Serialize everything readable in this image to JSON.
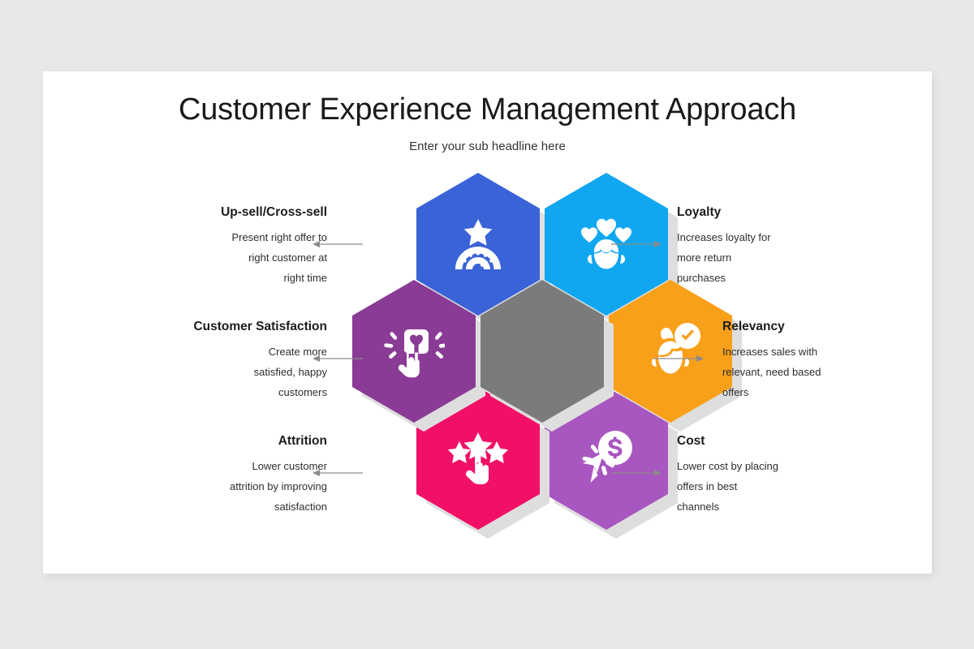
{
  "slide": {
    "title": "Customer Experience Management Approach",
    "subtitle": "Enter your sub headline here"
  },
  "colors": {
    "background": "#e8e8e8",
    "card": "#ffffff",
    "center_hex": "#7b7b7b",
    "hex_shadow": "#dedede",
    "arrow": "#8a8a8a",
    "title_text": "#1a1a1a",
    "body_text": "#2e2e2e"
  },
  "segments": [
    {
      "id": "upsell",
      "title": "Up-sell/Cross-sell",
      "description": "Present right offer to right customer at right time",
      "description_lines": [
        "Present right offer to",
        "right customer at",
        "right time"
      ],
      "color": "#3a63d8",
      "icon": "star-gauge-icon",
      "side": "left",
      "arrow": "arrow-left"
    },
    {
      "id": "customer-satisfaction",
      "title": "Customer Satisfaction",
      "description": "Create more satisfied, happy customers",
      "description_lines": [
        "Create more",
        "satisfied, happy",
        "customers"
      ],
      "color": "#8a3b95",
      "icon": "heart-button-tap-icon",
      "side": "left",
      "arrow": "arrow-left"
    },
    {
      "id": "attrition",
      "title": "Attrition",
      "description": "Lower customer attrition by improving satisfaction",
      "description_lines": [
        "Lower customer",
        "attrition by improving",
        "satisfaction"
      ],
      "color": "#f20f68",
      "icon": "stars-tap-icon",
      "side": "left",
      "arrow": "arrow-left"
    },
    {
      "id": "loyalty",
      "title": "Loyalty",
      "description": "Increases loyalty for more return purchases",
      "description_lines": [
        "Increases loyalty for",
        "more return",
        "purchases"
      ],
      "color": "#11a7f0",
      "icon": "face-hearts-icon",
      "side": "right",
      "arrow": "arrow-right"
    },
    {
      "id": "relevancy",
      "title": "Relevancy",
      "description": "Increases sales with relevant, need based offers",
      "description_lines": [
        "Increases sales with",
        "relevant, need based",
        "offers"
      ],
      "color": "#f9a01b",
      "icon": "face-check-icon",
      "side": "right",
      "arrow": "arrow-right"
    },
    {
      "id": "cost",
      "title": "Cost",
      "description": "Lower cost by placing offers in best channels",
      "description_lines": [
        "Lower cost by placing",
        "offers in best",
        "channels"
      ],
      "color": "#a856c0",
      "icon": "cursor-dollar-click-icon",
      "side": "right",
      "arrow": "arrow-right"
    }
  ],
  "center": {
    "id": "center-hexagon",
    "label": "",
    "color": "#7b7b7b"
  }
}
